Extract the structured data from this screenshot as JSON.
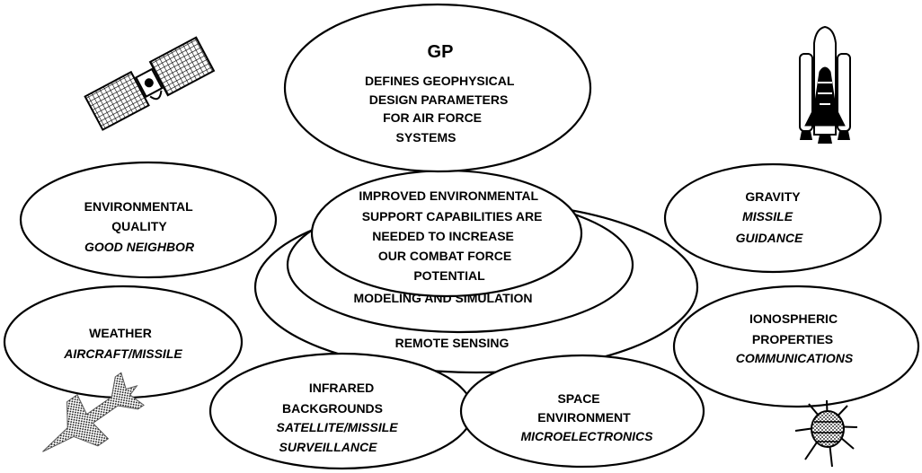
{
  "top": {
    "title": "GP",
    "lines": [
      "DEFINES GEOPHYSICAL",
      "DESIGN PARAMETERS",
      "FOR AIR FORCE",
      "SYSTEMS"
    ]
  },
  "center": {
    "lines": [
      "IMPROVED ENVIRONMENTAL",
      "SUPPORT CAPABILITIES ARE",
      "NEEDED TO INCREASE",
      "OUR COMBAT FORCE",
      "POTENTIAL"
    ],
    "middle_ring": "MODELING AND SIMULATION",
    "outer_ring": "REMOTE SENSING"
  },
  "environmental": {
    "lines": [
      "ENVIRONMENTAL",
      "QUALITY"
    ],
    "italic": "GOOD NEIGHBOR"
  },
  "gravity": {
    "line": "GRAVITY",
    "italic": [
      "MISSILE",
      "GUIDANCE"
    ]
  },
  "weather": {
    "line": "WEATHER",
    "italic": "AIRCRAFT/MISSILE"
  },
  "ionospheric": {
    "lines": [
      "IONOSPHERIC",
      "PROPERTIES"
    ],
    "italic": "COMMUNICATIONS"
  },
  "infrared": {
    "lines": [
      "INFRARED",
      "BACKGROUNDS"
    ],
    "italic": [
      "SATELLITE/MISSILE",
      "SURVEILLANCE"
    ]
  },
  "space": {
    "lines": [
      "SPACE",
      "ENVIRONMENT"
    ],
    "italic": "MICROELECTRONICS"
  },
  "icons": [
    "satellite-icon",
    "space-shuttle-icon",
    "fighter-jet-icon",
    "space-probe-icon"
  ]
}
